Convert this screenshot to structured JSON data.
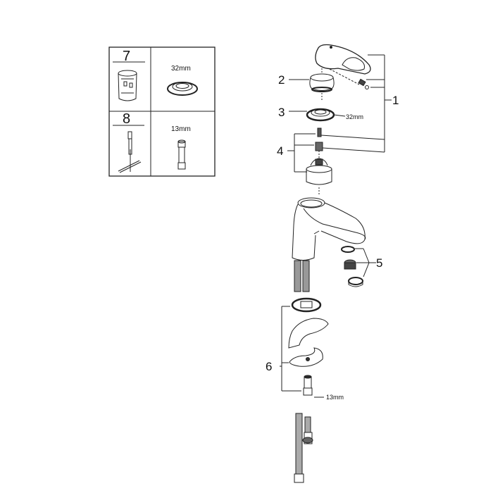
{
  "diagram": {
    "type": "exploded-parts-diagram",
    "subject": "single-lever basin mixer faucet",
    "callouts": [
      {
        "id": "1",
        "label": "1",
        "part": "lever handle with grub screw and cap"
      },
      {
        "id": "2",
        "label": "2",
        "part": "cover cap / escutcheon"
      },
      {
        "id": "3",
        "label": "3",
        "part": "cartridge retaining nut",
        "size": "32mm"
      },
      {
        "id": "4",
        "label": "4",
        "part": "cartridge with adapter and screw"
      },
      {
        "id": "5",
        "label": "5",
        "part": "aerator set"
      },
      {
        "id": "6",
        "label": "6",
        "part": "mounting set",
        "size": "13mm"
      }
    ],
    "dimension_labels": {
      "nut": "32mm",
      "stud": "13mm"
    },
    "tool_table": {
      "rows": [
        {
          "number": "7",
          "tool": "socket wrench",
          "size": "32mm"
        },
        {
          "number": "8",
          "tool": "T-handle key",
          "size": "13mm"
        }
      ]
    }
  }
}
